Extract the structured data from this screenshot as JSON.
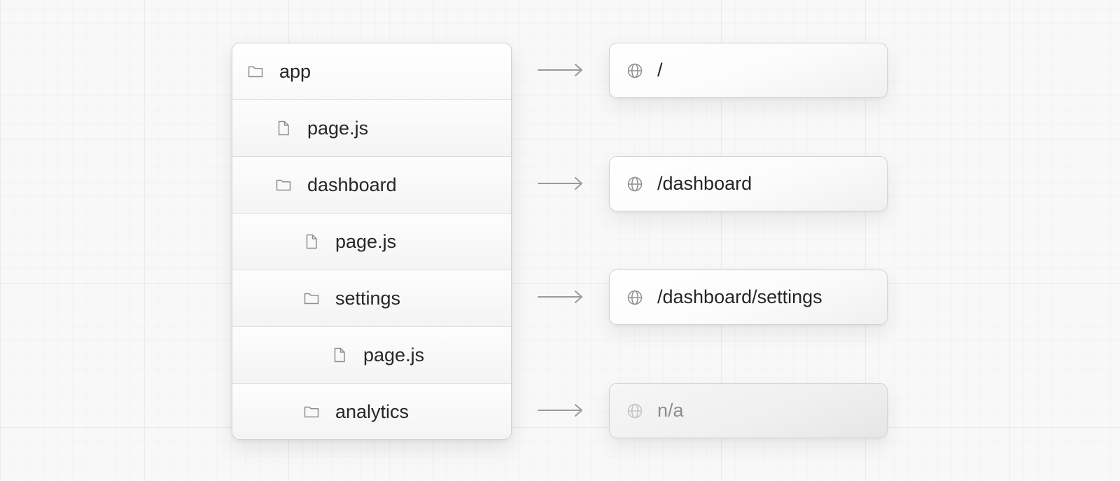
{
  "tree": {
    "items": [
      {
        "label": "app",
        "icon": "folder-icon"
      },
      {
        "label": "page.js",
        "icon": "file-icon"
      },
      {
        "label": "dashboard",
        "icon": "folder-icon"
      },
      {
        "label": "page.js",
        "icon": "file-icon"
      },
      {
        "label": "settings",
        "icon": "folder-icon"
      },
      {
        "label": "page.js",
        "icon": "file-icon"
      },
      {
        "label": "analytics",
        "icon": "folder-icon"
      }
    ]
  },
  "routes": [
    {
      "label": "/",
      "icon": "globe-icon"
    },
    {
      "label": "/dashboard",
      "icon": "globe-icon"
    },
    {
      "label": "/dashboard/settings",
      "icon": "globe-icon"
    },
    {
      "label": "n/a",
      "icon": "globe-icon",
      "disabled": true
    }
  ],
  "colors": {
    "border": "#d2d2d2",
    "icon": "#8f8f8f",
    "arrow": "#9a9a9a",
    "disabled_text": "#8d8d8d"
  }
}
